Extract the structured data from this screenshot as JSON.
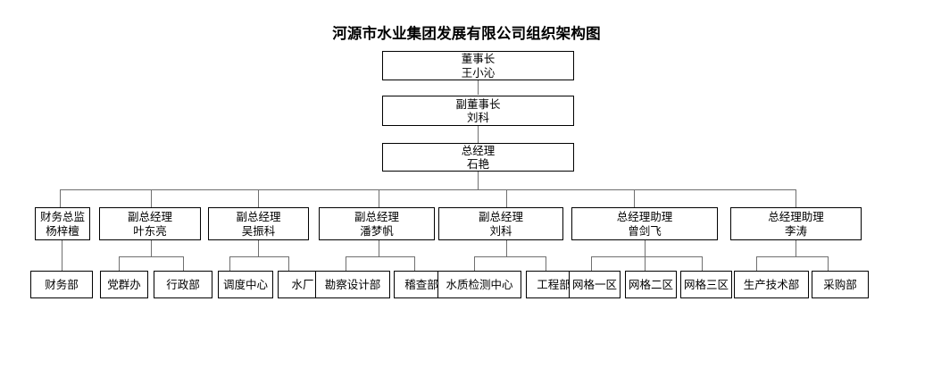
{
  "chart": {
    "title": "河源市水业集团发展有限公司组织架构图",
    "org_name": "河源市水业集团发展有限公司",
    "levels": {
      "executive": [
        {
          "role": "董事长",
          "name": "王小沁"
        },
        {
          "role": "副董事长",
          "name": "刘科"
        },
        {
          "role": "总经理",
          "name": "石艳"
        }
      ],
      "management": [
        {
          "role": "财务总监",
          "name": "杨梓檀"
        },
        {
          "role": "副总经理",
          "name": "叶东亮"
        },
        {
          "role": "副总经理",
          "name": "吴振科"
        },
        {
          "role": "副总经理",
          "name": "潘梦帆"
        },
        {
          "role": "副总经理",
          "name": "刘科"
        },
        {
          "role": "总经理助理",
          "name": "曾剑飞"
        },
        {
          "role": "总经理助理",
          "name": "李涛"
        }
      ],
      "departments": [
        {
          "label": "财务部"
        },
        {
          "label": "党群办"
        },
        {
          "label": "行政部"
        },
        {
          "label": "调度中心"
        },
        {
          "label": "水厂"
        },
        {
          "label": "勘察设计部"
        },
        {
          "label": "稽查部"
        },
        {
          "label": "水质检测中心"
        },
        {
          "label": "工程部"
        },
        {
          "label": "网格一区"
        },
        {
          "label": "网格二区"
        },
        {
          "label": "网格三区"
        },
        {
          "label": "生产技术部"
        },
        {
          "label": "采购部"
        }
      ]
    },
    "colors": {
      "background": "#ffffff",
      "box_border": "#000000",
      "text": "#000000",
      "connector": "#6f6f6f"
    }
  }
}
